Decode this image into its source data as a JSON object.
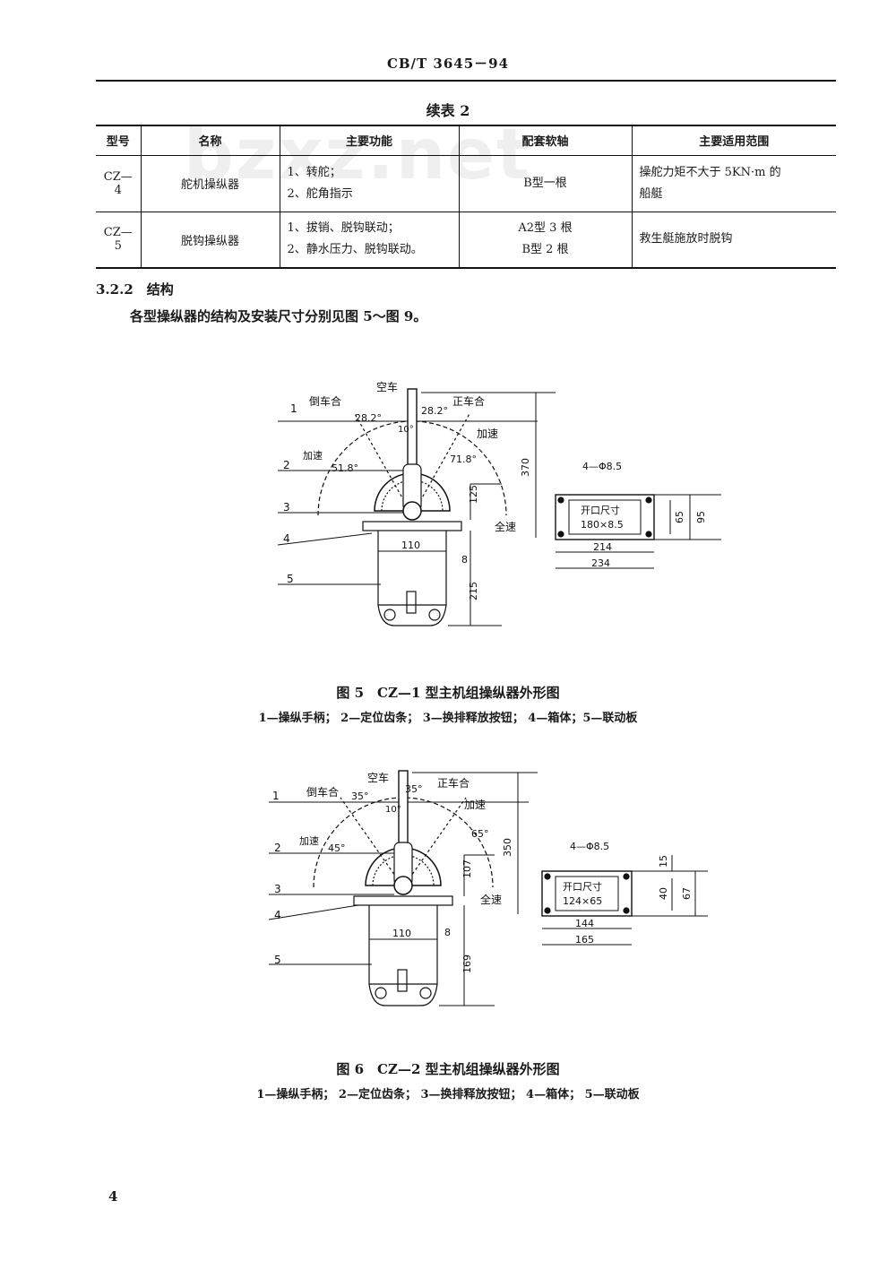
{
  "header": {
    "code": "CB/T 3645－94"
  },
  "watermark": "bzxz.net",
  "table": {
    "caption": "续表 2",
    "headers": [
      "型号",
      "名称",
      "主要功能",
      "配套软轴",
      "主要适用范围"
    ],
    "rows": [
      {
        "model": "CZ—4",
        "name": "舵机操纵器",
        "functions": [
          "1、转舵；",
          "2、舵角指示"
        ],
        "shafts": [
          "B型一根"
        ],
        "scope": [
          "操舵力矩不大于 5KN·m 的",
          "船艇"
        ]
      },
      {
        "model": "CZ—5",
        "name": "脱钩操纵器",
        "functions": [
          "1、拔销、脱钩联动；",
          "2、静水压力、脱钩联动。"
        ],
        "shafts": [
          "A2型 3 根",
          "B型 2 根"
        ],
        "scope": [
          "救生艇施放时脱钩"
        ]
      }
    ]
  },
  "section": {
    "title": "3.2.2　结构",
    "text": "各型操纵器的结构及安装尺寸分别见图 5～图 9。"
  },
  "figures": [
    {
      "callouts": [
        "1",
        "2",
        "3",
        "4",
        "5"
      ],
      "labels": {
        "neutral": "空车",
        "reverse": "倒车合",
        "forward": "正车合",
        "accel_left": "加速",
        "accel_right": "加速",
        "full": "全速",
        "angle_left_top": "28.2°",
        "angle_right_top": "28.2°",
        "angle_left": "51.8°",
        "angle_right": "71.8°",
        "angle_small": "10°",
        "dim_height": "370",
        "dim_upper": "125",
        "dim_lower": "215",
        "dim_small": "8",
        "dim_width": "110",
        "hole": "4—Φ8.5",
        "opening_label": "开口尺寸",
        "opening_size": "180×8.5",
        "dim_inner_w": "214",
        "dim_outer_w": "234",
        "dim_inner_h": "65",
        "dim_outer_h": "95"
      },
      "caption": "图 5　CZ—1 型主机组操纵器外形图",
      "legend": "1—操纵手柄；  2—定位齿条；  3—换排释放按钮；  4—箱体；5—联动板"
    },
    {
      "callouts": [
        "1",
        "2",
        "3",
        "4",
        "5"
      ],
      "labels": {
        "neutral": "空车",
        "reverse": "倒车合",
        "forward": "正车合",
        "accel_left": "加速",
        "accel_right": "加速",
        "full": "全速",
        "angle_left_top": "35°",
        "angle_right_top": "35°",
        "angle_left": "45°",
        "angle_right": "65°",
        "angle_small": "10°",
        "dim_height": "350",
        "dim_upper": "107",
        "dim_lower": "169",
        "dim_small": "8",
        "dim_width": "110",
        "hole": "4—Φ8.5",
        "opening_label": "开口尺寸",
        "opening_size": "124×65",
        "dim_inner_w": "144",
        "dim_outer_w": "165",
        "dim_top": "15",
        "dim_inner_h": "40",
        "dim_outer_h": "67"
      },
      "caption": "图 6　CZ—2 型主机组操纵器外形图",
      "legend": "1—操纵手柄；  2—定位齿条；  3—换排释放按钮；  4—箱体；  5—联动板"
    }
  ],
  "page_number": "4"
}
